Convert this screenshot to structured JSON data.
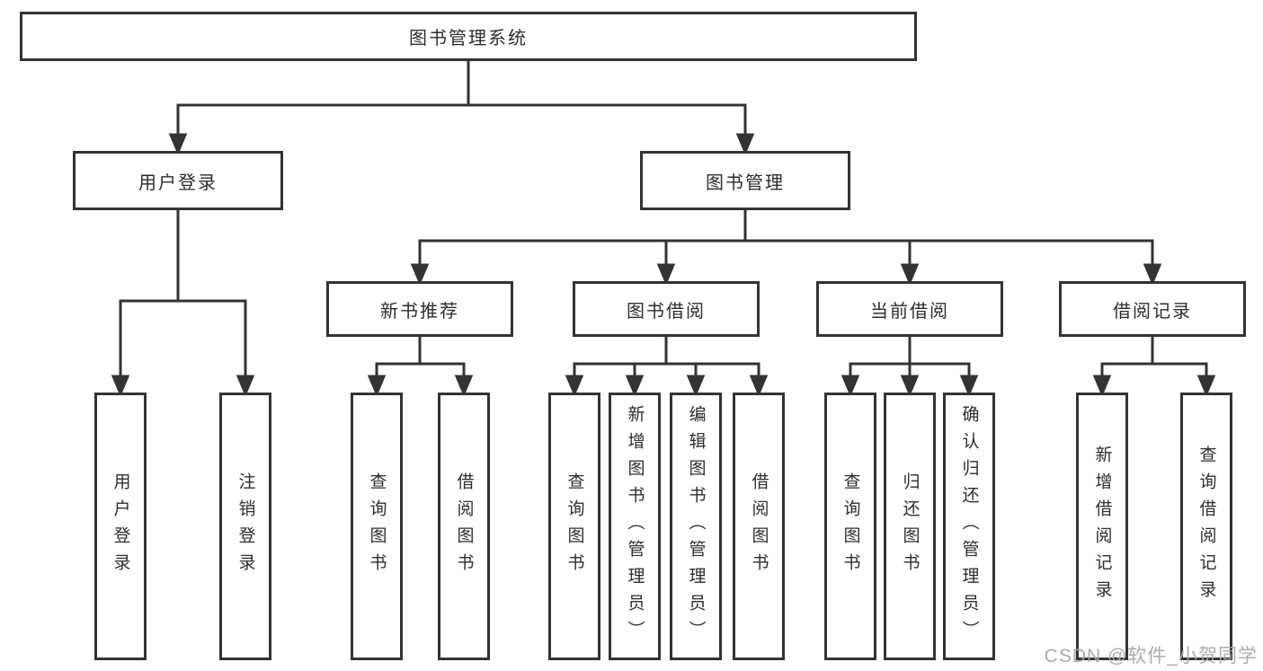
{
  "diagram": {
    "type": "hierarchy-flowchart",
    "colors": {
      "background": "#ffffff",
      "box_border": "#333333",
      "connector_line": "#333333",
      "text": "#2d2d2d",
      "watermark": "#a8a6a4"
    },
    "tree": {
      "label": "图书管理系统",
      "children": [
        {
          "label": "用户登录",
          "children": [
            {
              "label": "用户登录"
            },
            {
              "label": "注销登录"
            }
          ]
        },
        {
          "label": "图书管理",
          "children": [
            {
              "label": "新书推荐",
              "children": [
                {
                  "label": "查询图书"
                },
                {
                  "label": "借阅图书"
                }
              ]
            },
            {
              "label": "图书借阅",
              "children": [
                {
                  "label": "查询图书"
                },
                {
                  "label": "新增图书（管理员）"
                },
                {
                  "label": "编辑图书（管理员）"
                },
                {
                  "label": "借阅图书"
                }
              ]
            },
            {
              "label": "当前借阅",
              "children": [
                {
                  "label": "查询图书"
                },
                {
                  "label": "归还图书"
                },
                {
                  "label": "确认归还（管理员）"
                }
              ]
            },
            {
              "label": "借阅记录",
              "children": [
                {
                  "label": "新增借阅记录"
                },
                {
                  "label": "查询借阅记录"
                }
              ]
            }
          ]
        }
      ]
    },
    "watermark": "CSDN @软件_小贺同学"
  }
}
